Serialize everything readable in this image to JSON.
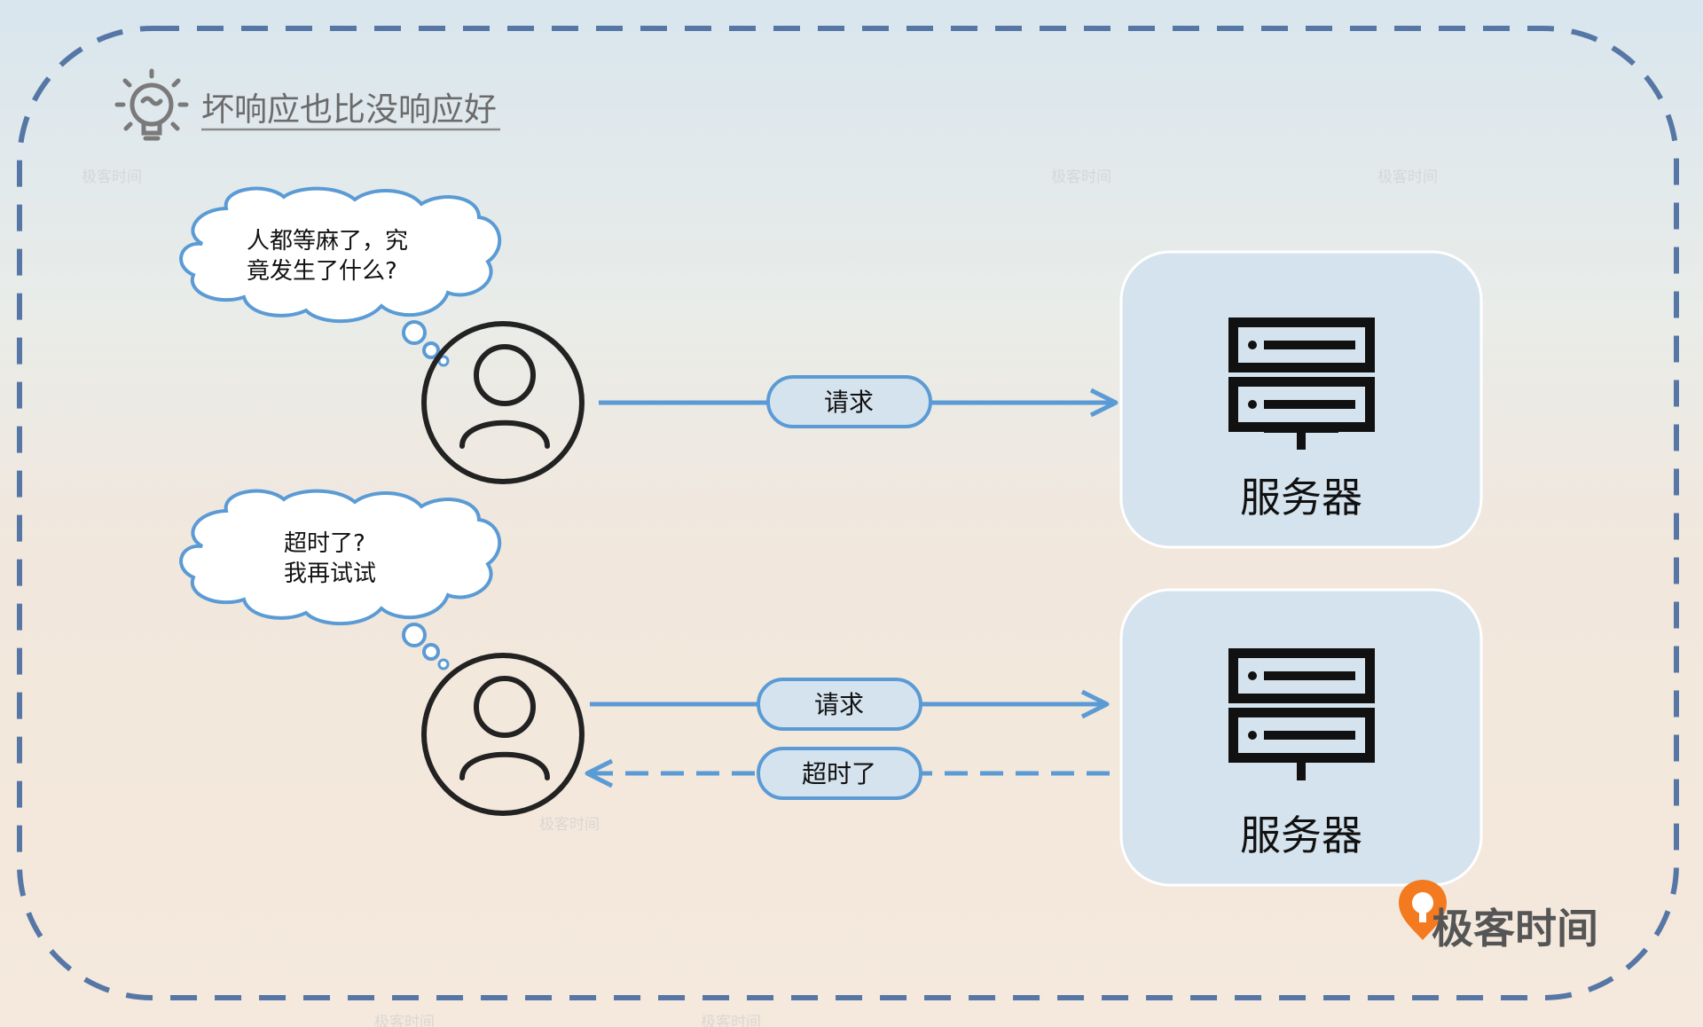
{
  "header": {
    "title": "坏响应也比没响应好",
    "icon": "lightbulb-icon"
  },
  "watermark": {
    "text": "极客时间"
  },
  "scenario_top": {
    "thought_line1": "人都等麻了，究",
    "thought_line2": "竟发生了什么?",
    "request_label": "请求",
    "server_label": "服务器"
  },
  "scenario_bottom": {
    "thought_line1": "超时了?",
    "thought_line2": "我再试试",
    "request_label": "请求",
    "timeout_label": "超时了",
    "server_label": "服务器"
  },
  "brand": {
    "text": "极客时间"
  },
  "colors": {
    "accent_blue": "#5b9bd5",
    "border_dash": "#5677a6",
    "server_box": "#d5e3ee",
    "brand_orange": "#f47a20"
  }
}
